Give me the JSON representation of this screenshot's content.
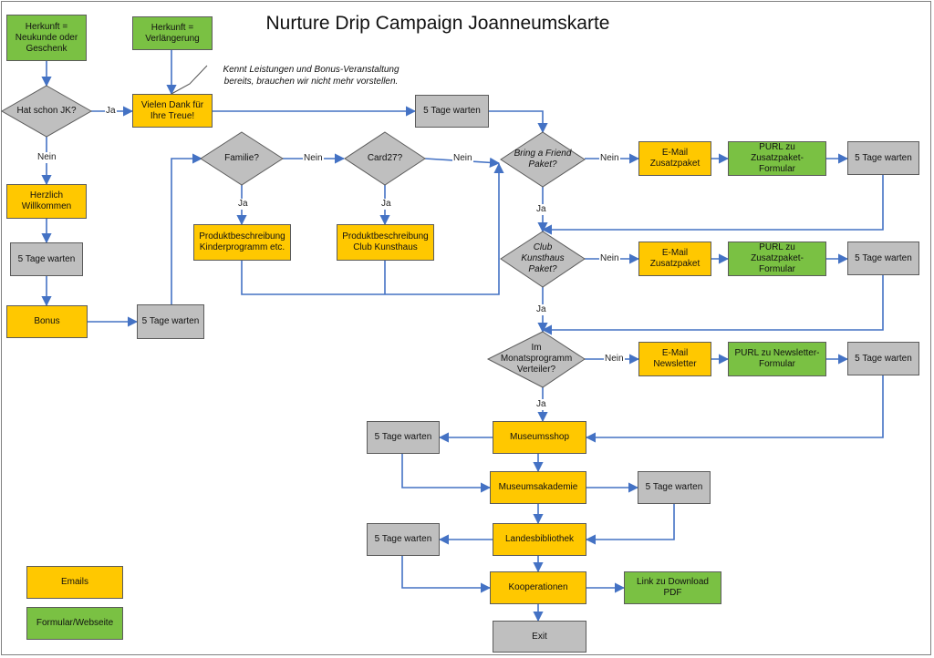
{
  "title": "Nurture Drip Campaign Joanneumskarte",
  "note": "Kennt Leistungen und Bonus-Veranstaltung\nbereits, brauchen wir nicht mehr vorstellen.",
  "colors": {
    "email": "#ffc800",
    "form": "#7ac143",
    "wait": "#bfbfbf",
    "line": "#4472c4"
  },
  "nodes": {
    "start_new": "Herkunft  =\nNeukunde oder\nGeschenk",
    "start_renew": "Herkunft  =\nVerlängerung",
    "q_has_jk": "Hat schon JK?",
    "thanks": "Vielen Dank für\nIhre Treue!",
    "wait_top": "5 Tage warten",
    "welcome": "Herzlich\nWillkommen",
    "wait_left": "5 Tage warten",
    "bonus": "Bonus",
    "wait_bonus": "5 Tage warten",
    "q_familie": "Familie?",
    "q_card27": "Card27?",
    "prod_kinder": "Produktbeschreibung\nKinderprogramm etc.",
    "prod_club": "Produktbeschreibung\nClub Kunsthaus",
    "q_bring": "Bring a Friend\nPaket?",
    "mail_zusatz1": "E-Mail\nZusatzpaket",
    "purl_zusatz1": "PURL zu Zusatzpaket-\nFormular",
    "wait_r1": "5 Tage warten",
    "q_club": "Club\nKunsthaus\nPaket?",
    "mail_zusatz2": "E-Mail\nZusatzpaket",
    "purl_zusatz2": "PURL zu Zusatzpaket-\nFormular",
    "wait_r2": "5 Tage warten",
    "q_monat": "Im\nMonatsprogramm\nVerteiler?",
    "mail_news": "E-Mail\nNewsletter",
    "purl_news": "PURL zu Newsletter-\nFormular",
    "wait_r3": "5 Tage warten",
    "museumsshop": "Museumsshop",
    "wait_shop": "5 Tage warten",
    "akademie": "Museumsakademie",
    "wait_akademie": "5 Tage warten",
    "bibliothek": "Landesbibliothek",
    "wait_bib": "5 Tage warten",
    "kooperationen": "Kooperationen",
    "download": "Link zu Download\nPDF",
    "exit": "Exit"
  },
  "edge_labels": {
    "ja": "Ja",
    "nein": "Nein"
  },
  "legend": {
    "emails": "Emails",
    "form": "Formular/Webseite"
  }
}
